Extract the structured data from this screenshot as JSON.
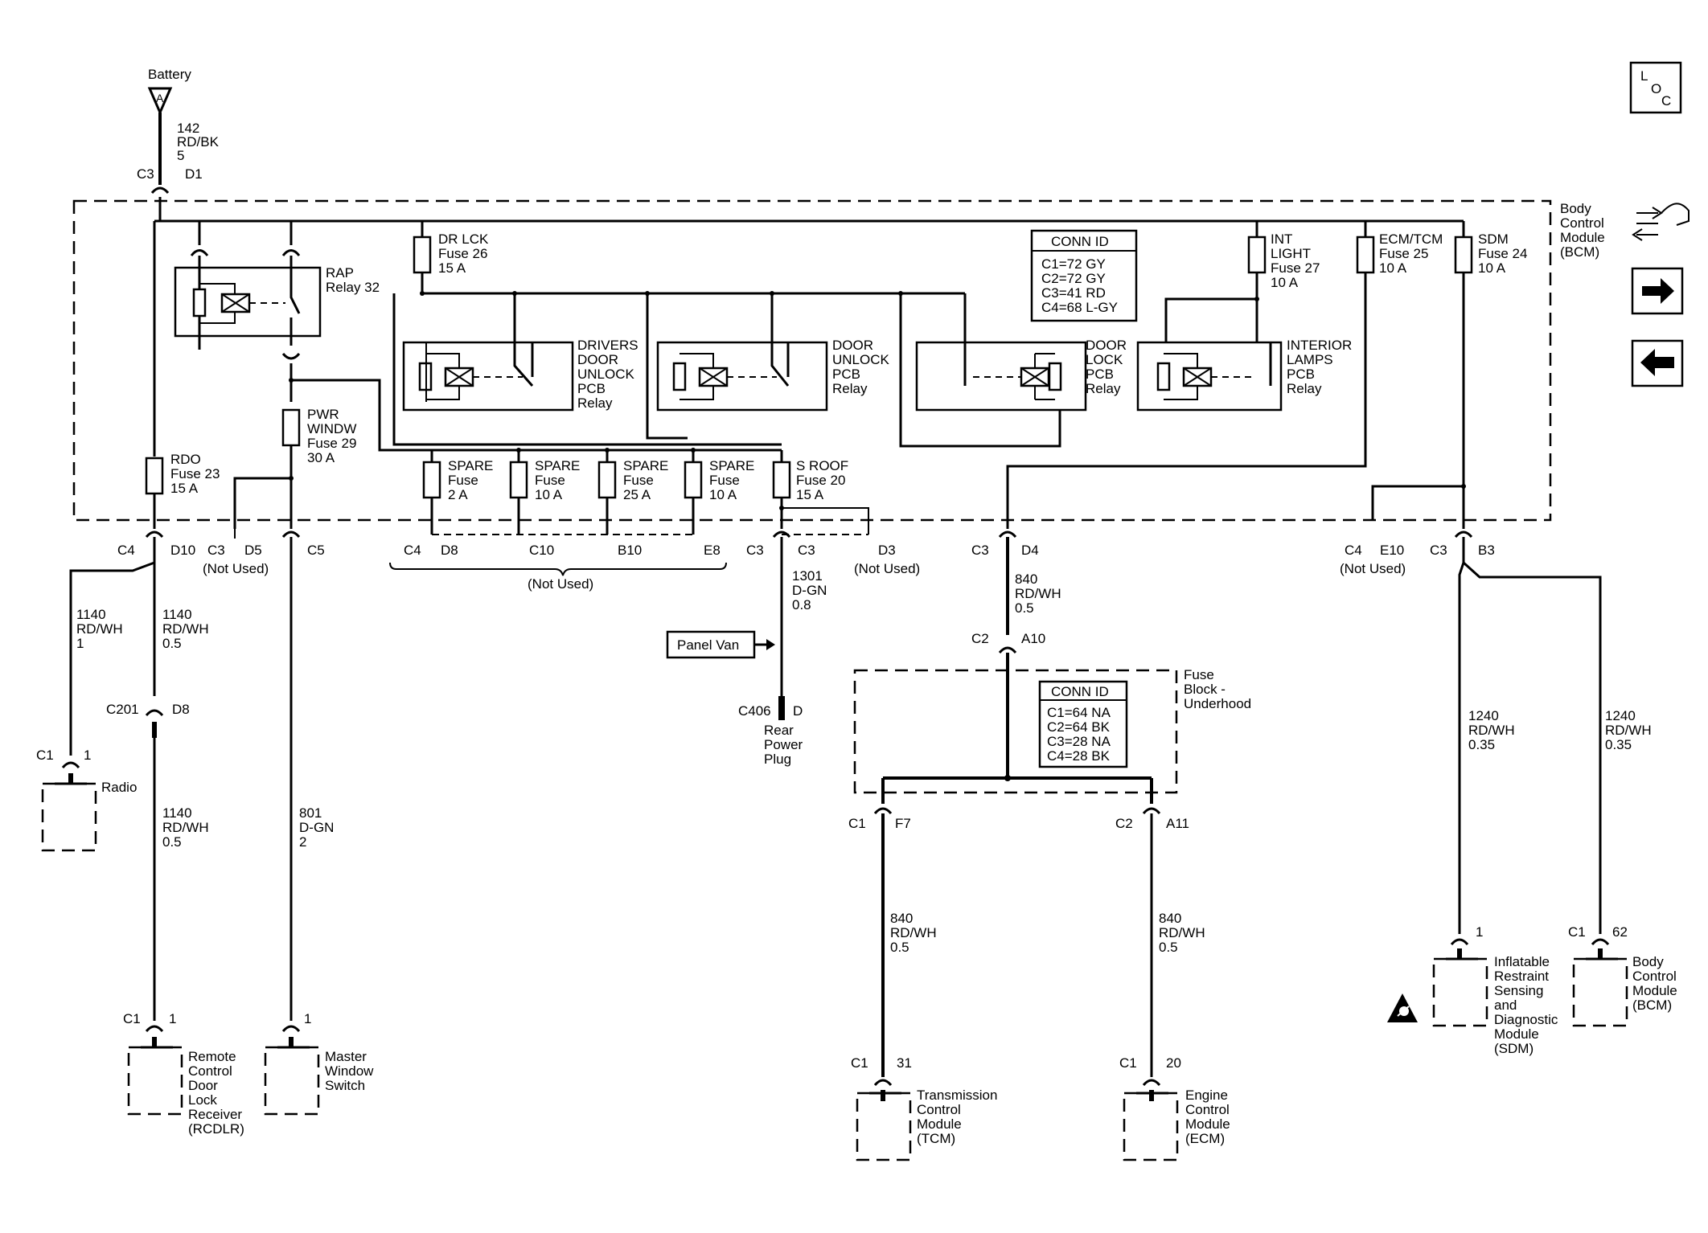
{
  "nav": {
    "loc_l": "L",
    "loc_o": "O",
    "loc_c": "C",
    "next_icon": "arrow-right-icon",
    "prev_icon": "arrow-left-icon",
    "flow_icon": "flow-icon"
  },
  "battery": {
    "label": "Battery",
    "terminal": "A",
    "circuit": "142",
    "color": "RD/BK",
    "gauge": "5",
    "conn": "C3",
    "pin": "D1"
  },
  "bcm_label": [
    "Body",
    "Control",
    "Module",
    "(BCM)"
  ],
  "relays": {
    "rap": [
      "RAP",
      "Relay 32"
    ],
    "drivers_unlock": [
      "DRIVERS",
      "DOOR",
      "UNLOCK",
      "PCB",
      "Relay"
    ],
    "door_unlock": [
      "DOOR",
      "UNLOCK",
      "PCB",
      "Relay"
    ],
    "door_lock": [
      "DOOR",
      "LOCK",
      "PCB",
      "Relay"
    ],
    "interior_lamps": [
      "INTERIOR",
      "LAMPS",
      "PCB",
      "Relay"
    ]
  },
  "fuses": {
    "dr_lck": [
      "DR LCK",
      "Fuse 26",
      "15 A"
    ],
    "int_light": [
      "INT",
      "LIGHT",
      "Fuse 27",
      "10 A"
    ],
    "ecm_tcm": [
      "ECM/TCM",
      "Fuse 25",
      "10 A"
    ],
    "sdm": [
      "SDM",
      "Fuse 24",
      "10 A"
    ],
    "pwr_windw": [
      "PWR",
      "WINDW",
      "Fuse 29",
      "30 A"
    ],
    "rdo": [
      "RDO",
      "Fuse 23",
      "15 A"
    ],
    "spare1": [
      "SPARE",
      "Fuse",
      "2 A"
    ],
    "spare2": [
      "SPARE",
      "Fuse",
      "10 A"
    ],
    "spare3": [
      "SPARE",
      "Fuse",
      "25 A"
    ],
    "spare4": [
      "SPARE",
      "Fuse",
      "10 A"
    ],
    "s_roof": [
      "S ROOF",
      "Fuse 20",
      "15 A"
    ]
  },
  "conn_id_bcm": {
    "title": "CONN ID",
    "rows": [
      "C1=72 GY",
      "C2=72 GY",
      "C3=41 RD",
      "C4=68 L-GY"
    ]
  },
  "conn_id_fuse": {
    "title": "CONN ID",
    "rows": [
      "C1=64 NA",
      "C2=64 BK",
      "C3=28 NA",
      "C4=28 BK"
    ]
  },
  "connectors": {
    "c4": "C4",
    "d10": "D10",
    "c3a": "C3",
    "d5": "D5",
    "not_used": "(Not Used)",
    "c5": "C5",
    "c4b": "C4",
    "d8": "D8",
    "c10": "C10",
    "b10": "B10",
    "e8": "E8",
    "c3b": "C3",
    "c3c": "C3",
    "d3": "D3",
    "c3d": "C3",
    "d4": "D4",
    "c4c": "C4",
    "e10": "E10",
    "c3e": "C3",
    "b3": "B3",
    "c2a": "C2",
    "a10": "A10",
    "c1f": "C1",
    "f7": "F7",
    "c2b": "C2",
    "a11": "A11",
    "c201": "C201",
    "d8b": "D8",
    "c1r": "C1",
    "one_r": "1",
    "c406": "C406",
    "d_rear": "D",
    "c1a": "C1",
    "one_a": "1",
    "one_b": "1",
    "c1t": "C1",
    "p31": "31",
    "c1e": "C1",
    "p20": "20",
    "one_sdm": "1",
    "c1b": "C1",
    "p62": "62"
  },
  "wires": {
    "w1140a": [
      "1140",
      "RD/WH",
      "1"
    ],
    "w1140b": [
      "1140",
      "RD/WH",
      "0.5"
    ],
    "w1140c": [
      "1140",
      "RD/WH",
      "0.5"
    ],
    "w801": [
      "801",
      "D-GN",
      "2"
    ],
    "w1301": [
      "1301",
      "D-GN",
      "0.8"
    ],
    "w840a": [
      "840",
      "RD/WH",
      "0.5"
    ],
    "w840b": [
      "840",
      "RD/WH",
      "0.5"
    ],
    "w840c": [
      "840",
      "RD/WH",
      "0.5"
    ],
    "w1240a": [
      "1240",
      "RD/WH",
      "0.35"
    ],
    "w1240b": [
      "1240",
      "RD/WH",
      "0.35"
    ]
  },
  "panel_van": "Panel Van",
  "fuse_block": [
    "Fuse",
    "Block -",
    "Underhood"
  ],
  "components": {
    "radio": [
      "Radio"
    ],
    "rcdlr": [
      "Remote",
      "Control",
      "Door",
      "Lock",
      "Receiver",
      "(RCDLR)"
    ],
    "master_window": [
      "Master",
      "Window",
      "Switch"
    ],
    "rear_plug": [
      "Rear",
      "Power",
      "Plug"
    ],
    "tcm": [
      "Transmission",
      "Control",
      "Module",
      "(TCM)"
    ],
    "ecm": [
      "Engine",
      "Control",
      "Module",
      "(ECM)"
    ],
    "sdm": [
      "Inflatable",
      "Restraint",
      "Sensing",
      "and",
      "Diagnostic",
      "Module",
      "(SDM)"
    ],
    "bcm": [
      "Body",
      "Control",
      "Module",
      "(BCM)"
    ]
  }
}
